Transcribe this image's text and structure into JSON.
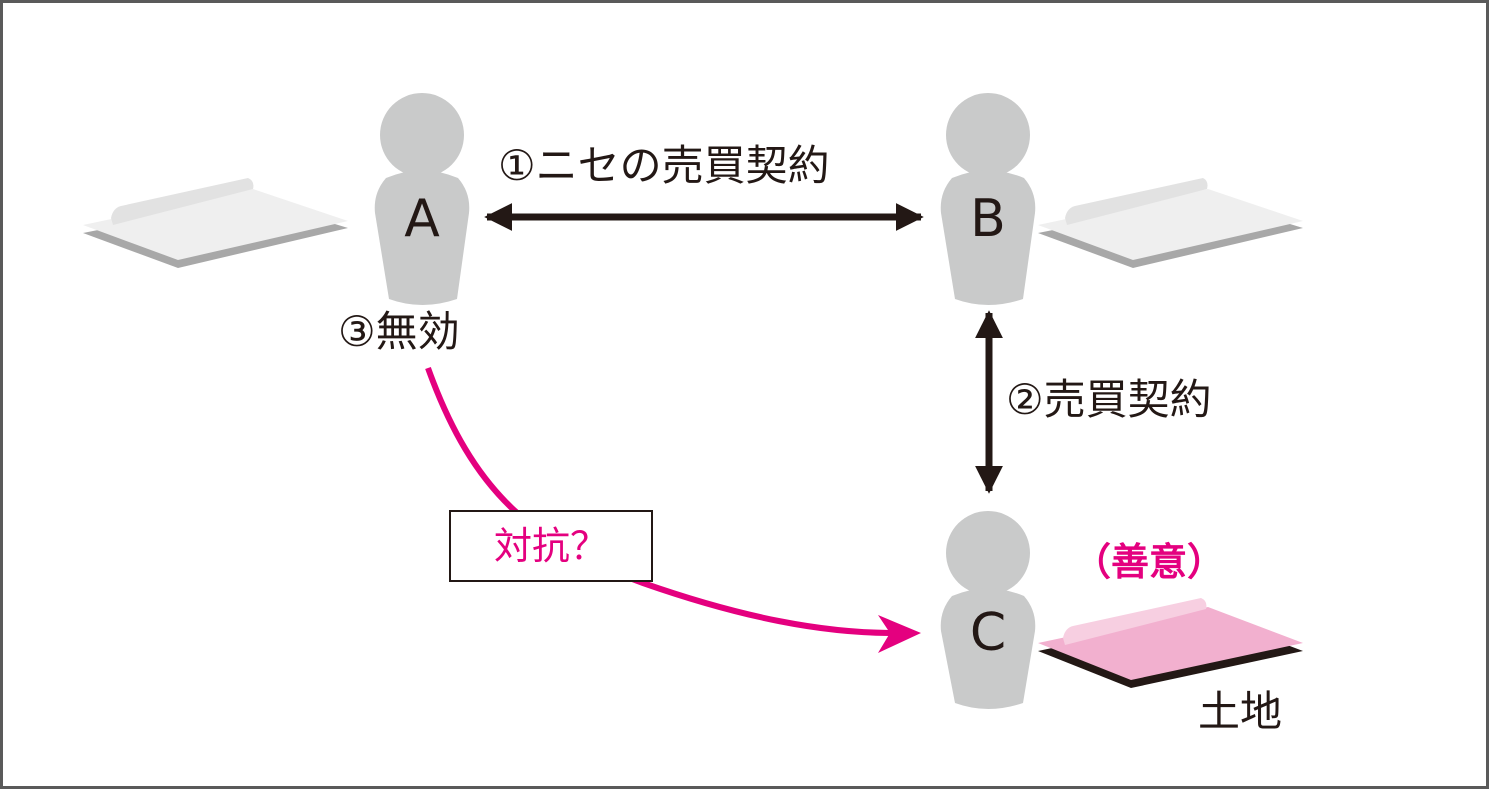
{
  "diagram": {
    "parties": {
      "a": {
        "letter": "A"
      },
      "b": {
        "letter": "B"
      },
      "c": {
        "letter": "C"
      }
    },
    "relations": {
      "fake_contract": "①ニセの売買契約",
      "contract": "②売買契約",
      "invalid": "③無効",
      "oppose": "対抗？"
    },
    "annotations": {
      "good_faith": "（善意）",
      "land": "土地"
    },
    "colors": {
      "accent": "#e4007f",
      "person": "#c9caca",
      "text": "#231815",
      "land_gray": "#efefef",
      "land_pink": "#f2b0cf",
      "border": "#5a5a5a"
    }
  }
}
